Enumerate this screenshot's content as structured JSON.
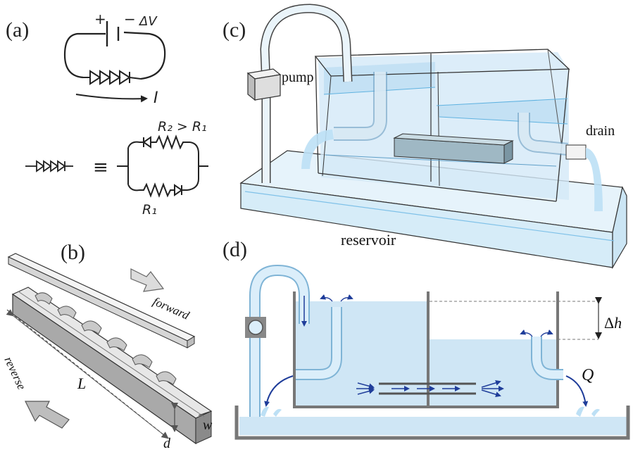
{
  "panels": {
    "a": {
      "label": "(a)",
      "plus": "+",
      "minus": "−",
      "voltage": "ΔV",
      "current": "I",
      "equiv": "≡",
      "r2_label": "R₂ > R₁",
      "r1_label": "R₁"
    },
    "b": {
      "label": "(b)",
      "forward": "forward",
      "reverse": "reverse",
      "length": "L",
      "width": "w",
      "depth": "d"
    },
    "c": {
      "label": "(c)",
      "pump": "pump",
      "drain": "drain",
      "reservoir": "reservoir"
    },
    "d": {
      "label": "(d)",
      "delta_h": "Δh",
      "flow": "Q"
    }
  },
  "colors": {
    "water": "#cfe6f5",
    "water_edge": "#7fc1e8",
    "tank_line": "#555555",
    "arrow": "#1f3d9a",
    "pipe": "#dbeefa",
    "pipe_edge": "#7fb4d6"
  }
}
